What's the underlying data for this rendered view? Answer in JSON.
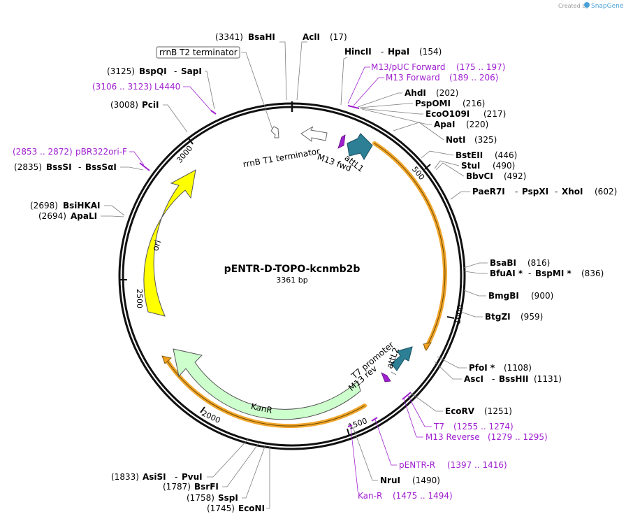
{
  "credit": {
    "created_by": "Created by",
    "brand": "SnapGene"
  },
  "plasmid": {
    "name": "pENTR-D-TOPO-kcnmb2b",
    "size": "3361 bp"
  },
  "colors": {
    "ori": "#ffff00",
    "kanr": "#ccffcc",
    "att": "#2c7f94",
    "primer": "#a020d0",
    "orange": "#f0a020",
    "backbone": "#111111"
  },
  "tick_labels": [
    "500",
    "1000",
    "1500",
    "2000",
    "2500",
    "3000"
  ],
  "features": {
    "ori": "ori",
    "kanr": "KanR",
    "attL1": "attL1",
    "attL2": "attL2",
    "m13_fwd": "M13 fwd",
    "m13_rev": "M13 rev",
    "t7_promoter": "T7 promoter",
    "rrnb_t1": "rrnB T1 terminator",
    "rrnb_t2": "rrnB T2 terminator"
  },
  "sites": [
    {
      "pos": "(3341)",
      "name": "BsaHI"
    },
    {
      "pos": "",
      "name": "AclI",
      "pos_after": "(17)"
    },
    {
      "name": "HincII",
      "name2": "HpaI",
      "pos_after": "(154)"
    },
    {
      "name": "AhdI",
      "pos_after": "(202)"
    },
    {
      "name": "PspOMI",
      "pos_after": "(216)"
    },
    {
      "name": "EcoO109I",
      "pos_after": "(217)"
    },
    {
      "name": "ApaI",
      "pos_after": "(220)"
    },
    {
      "name": "NotI",
      "pos_after": "(325)"
    },
    {
      "name": "BstEII",
      "pos_after": "(446)"
    },
    {
      "name": "StuI",
      "pos_after": "(490)"
    },
    {
      "name": "BbvCI",
      "pos_after": "(492)"
    },
    {
      "name": "PaeR7I",
      "name2": "PspXI",
      "name3": "XhoI",
      "pos_after": "(602)"
    },
    {
      "name": "BsaBI",
      "pos_after": "(816)"
    },
    {
      "name": "BfuAI *",
      "name2": "BspMI *",
      "pos_after": "(836)"
    },
    {
      "name": "BmgBI",
      "pos_after": "(900)"
    },
    {
      "name": "BtgZI",
      "pos_after": "(959)"
    },
    {
      "name": "PfoI *",
      "pos_after": "(1108)"
    },
    {
      "name": "AscI",
      "name2": "BssHII",
      "pos_after": "(1131)"
    },
    {
      "name": "EcoRV",
      "pos_after": "(1251)"
    },
    {
      "name": "NruI",
      "pos_after": "(1490)"
    },
    {
      "pos": "(1833)",
      "name": "AsiSI",
      "name2": "PvuI"
    },
    {
      "pos": "(1787)",
      "name": "BsrFI"
    },
    {
      "pos": "(1758)",
      "name": "SspI"
    },
    {
      "pos": "(1745)",
      "name": "EcoNI"
    },
    {
      "pos": "(2698)",
      "name": "BsiHKAI"
    },
    {
      "pos": "(2694)",
      "name": "ApaLI"
    },
    {
      "pos": "(2835)",
      "name": "BssSI",
      "name2": "BssSαI"
    },
    {
      "pos": "(3008)",
      "name": "PciI"
    },
    {
      "pos": "(3125)",
      "name": "BspQI",
      "name2": "SapI"
    }
  ],
  "primers": [
    {
      "name": "M13/pUC Forward",
      "range": "(175 .. 197)"
    },
    {
      "name": "M13 Forward",
      "range": "(189 .. 206)"
    },
    {
      "name": "T7",
      "range": "(1255 .. 1274)"
    },
    {
      "name": "M13 Reverse",
      "range": "(1279 .. 1295)"
    },
    {
      "name": "pENTR-R",
      "range": "(1397 .. 1416)"
    },
    {
      "name": "Kan-R",
      "range": "(1475 .. 1494)"
    },
    {
      "range": "(2853 .. 2872)",
      "name": "pBR322ori-F"
    },
    {
      "range": "(3106 .. 3123)",
      "name": "L4440"
    }
  ]
}
